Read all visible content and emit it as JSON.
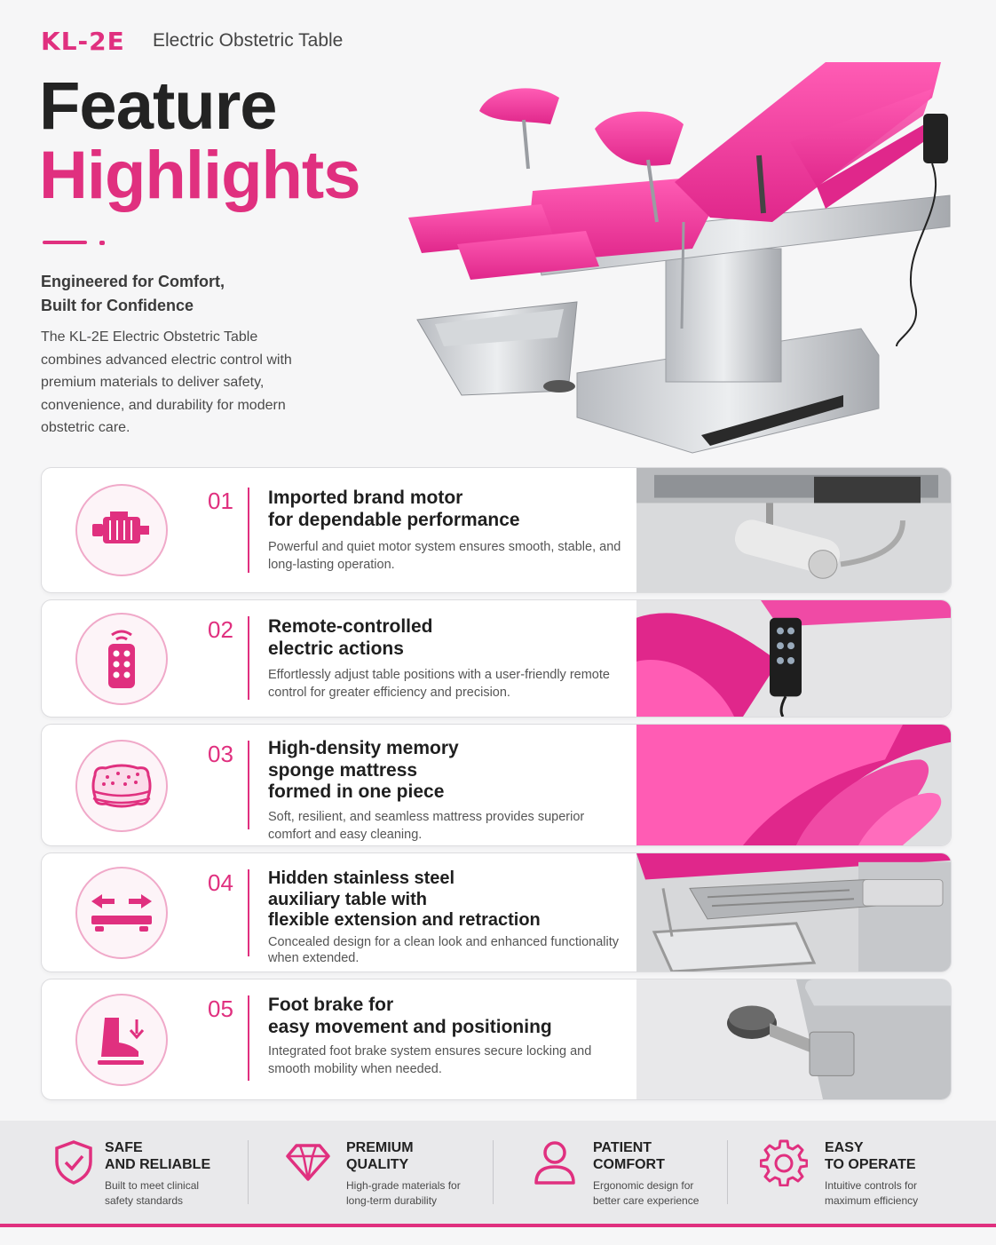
{
  "header": {
    "brand": "KL-2E",
    "product_name": "Electric Obstetric Table",
    "title_line1": "Feature",
    "title_line2": "Highlights",
    "tagline_line1": "Engineered for Comfort,",
    "tagline_line2": "Built for Confidence",
    "intro": "The KL-2E Electric Obstetric Table combines advanced electric control with premium materials to deliver safety, convenience, and durability for modern obstetric care."
  },
  "colors": {
    "accent": "#e0307f",
    "dark": "#232323",
    "card_bg": "#ffffff",
    "band_bg": "#e9e9eb"
  },
  "features": [
    {
      "number": "01",
      "title_lines": [
        "Imported brand motor",
        "for dependable performance"
      ],
      "description": "Powerful and quiet motor system ensures smooth, stable, and long-lasting operation.",
      "icon": "motor-icon"
    },
    {
      "number": "02",
      "title_lines": [
        "Remote-controlled",
        "electric actions"
      ],
      "description": "Effortlessly adjust table positions with a user-friendly remote control for greater efficiency and precision.",
      "icon": "remote-control-icon"
    },
    {
      "number": "03",
      "title_lines": [
        "High-density memory",
        "sponge mattress",
        "formed in one piece"
      ],
      "description": "Soft, resilient, and seamless mattress provides superior comfort and easy cleaning.",
      "icon": "sponge-mattress-icon"
    },
    {
      "number": "04",
      "title_lines": [
        "Hidden stainless steel",
        "auxiliary table with",
        "flexible extension and retraction"
      ],
      "description": "Concealed design for a clean look and enhanced functionality when extended.",
      "icon": "extension-arrows-icon"
    },
    {
      "number": "05",
      "title_lines": [
        "Foot brake for",
        "easy movement and positioning"
      ],
      "description": "Integrated foot brake system ensures secure locking and smooth mobility when needed.",
      "icon": "foot-brake-icon"
    }
  ],
  "benefits": [
    {
      "title_lines": [
        "SAFE",
        "AND RELIABLE"
      ],
      "description_lines": [
        "Built to meet clinical",
        "safety standards"
      ],
      "icon": "shield-check-icon"
    },
    {
      "title_lines": [
        "PREMIUM",
        "QUALITY"
      ],
      "description_lines": [
        "High-grade materials for",
        "long-term durability"
      ],
      "icon": "diamond-icon"
    },
    {
      "title_lines": [
        "PATIENT",
        "COMFORT"
      ],
      "description_lines": [
        "Ergonomic design for",
        "better care experience"
      ],
      "icon": "user-icon"
    },
    {
      "title_lines": [
        "EASY",
        "TO OPERATE"
      ],
      "description_lines": [
        "Intuitive controls for",
        "maximum efficiency"
      ],
      "icon": "gear-icon"
    }
  ]
}
